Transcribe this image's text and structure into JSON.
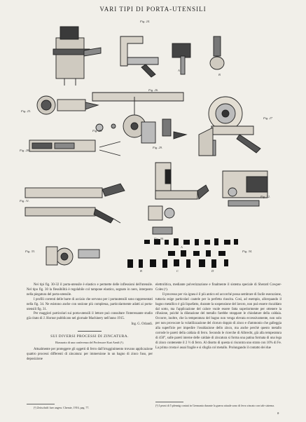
{
  "header": {
    "title": "VARI TIPI DI PORTA-UTENSILI"
  },
  "figure_labels": {
    "fig24": "Fig. 24.",
    "fig25a": "Fig. 25.",
    "fig25b": "Fig. 25.",
    "fig26": "Fig. 26.",
    "fig27": "Fig. 27",
    "fig28": "Fig. 28.",
    "fig29": "Fig. 29.",
    "fig30": "Fig. 30.",
    "fig31": "Fig. 31.",
    "fig32": "Fig. 32.",
    "fig33": "Fig. 33.",
    "fig34": "Fig. 34.",
    "letter_a1": "A",
    "letter_b1": "B",
    "letter_a2": "A",
    "letter_b2": "B",
    "letter_c": "C",
    "letter_d": "D"
  },
  "left_column": {
    "p1": "Nei tipi fig. 30-32 il porta-utensile è elastico e permette delle inflessioni dell'utensile. Nel tipo fig. 30 la flessibilità è regolabile col tampone elastico, segnato in nero, interposto nella piegatura del porta-utensile.",
    "p2": "I profili correnti delle barre di acciaio che servono per i portautensili sono rappresentati nella fig. 34. Ne esistono anche con sezione più complessa, particolarmente adatti ai porta-utensili fig. 31.",
    "p3": "Per maggiori particolari sui porta-utensili il lettore può consultare l'interessante studio già citato di J. Hornor pubblicato nel giornale Machinery nell'anno 1915.",
    "signature": "Ing. G. Orlandi.",
    "section_title": "SUI DIVERSI PROCESSI DI ZINCATURA.",
    "section_subtitle": "Riassunto di una conferenza del Professore Kurt Arndt (¹).",
    "p4": "Attualmente per proteggere gli oggetti di ferro dall'irrugginimento trovano applicazione quattro processi differenti di zincatura: per immersione in un bagno di zinco fuso, per deposizione",
    "footnote": "(¹) Zeitschrift fuer angew. Chemie, 1916, pag. 77."
  },
  "right_column": {
    "p1": "elettrolitica, mediante polverizzazione e finalmente il sistema speciale di Sherard Cowper-Coles (¹).",
    "p2": "Il processo per via ignea è il più antico ed accorché possa sembrare di facile esecuzione, tuttavia esige particolari cautele per la perfetta riuscita. Così, ad esempio, allorquando il bagno metallico è già liquefatto, durante la sospensione del lavoro, non può essere riscaldato dal sotto, ma l'applicazione del calore vuole essere fatta superiormente per ottenere la rifusione, poichè la dilatazione del metallo farebbe strappare le chiodature della caldaia. Occorre, inoltre, che la temperatura del bagno non venga elevata eccessivamente, non solo per non provocare la volatilizzazione del cloruro doppio di zinco e d'ammonio che galleggia alla superficie per impedire l'ossidazione dello zinco, ma anche perchè questo metallo corrode le pareti della caldaia di ferro. Secondo le ricerche di Albrecht, già alla temperatura di 450°, sulle pareti interne delle caldaie di zincatura si forma una patina formata di una lega di zinco contenente il 2 ½ di ferro. Al disotto di questa si riscontra uno strato con 10% di Fe. La prima crosta è assai fragile e si sfoglia col metallo. Prolungando il contatto dei due",
    "footnote": "(¹) I pezzi di 5 pfennig coniati in Germania durante la guerra attuale sono di ferro zincato con tale sistema.",
    "page_number": "g."
  }
}
